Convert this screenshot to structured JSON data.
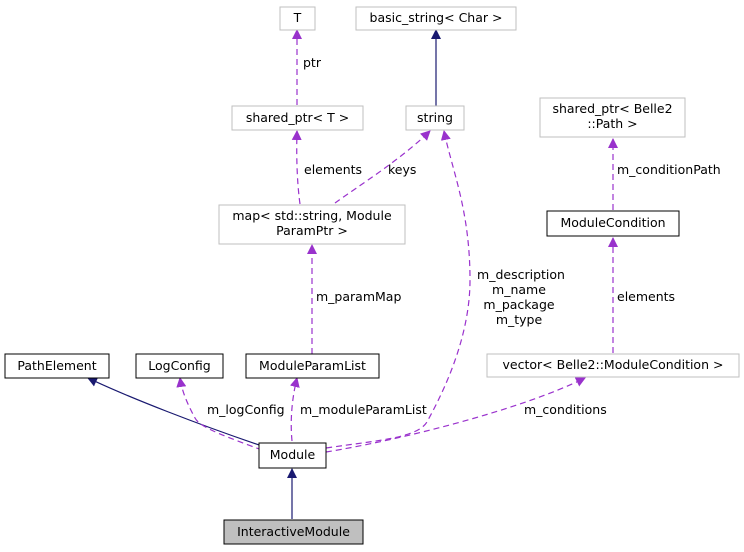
{
  "colors": {
    "inherit_edge": "#191970",
    "usage_edge": "#9a32cd",
    "usage_arrow": "#9932cc",
    "external_border": "#bfbfbf",
    "class_border": "#000000",
    "focus_fill": "#bfbfbf",
    "background": "#ffffff"
  },
  "nodes": {
    "t": {
      "lines": [
        "T"
      ],
      "style": "external"
    },
    "basic_string": {
      "lines": [
        "basic_string< Char >"
      ],
      "style": "external"
    },
    "shared_ptr_t": {
      "lines": [
        "shared_ptr< T >"
      ],
      "style": "external"
    },
    "string": {
      "lines": [
        "string"
      ],
      "style": "external"
    },
    "shared_ptr_path": {
      "lines": [
        "shared_ptr< Belle2",
        "::Path >"
      ],
      "style": "external"
    },
    "map": {
      "lines": [
        "map< std::string, Module",
        "ParamPtr >"
      ],
      "style": "external"
    },
    "module_condition": {
      "lines": [
        "ModuleCondition"
      ],
      "style": "class"
    },
    "vector_conditions": {
      "lines": [
        "vector< Belle2::ModuleCondition >"
      ],
      "style": "external"
    },
    "path_element": {
      "lines": [
        "PathElement"
      ],
      "style": "class"
    },
    "log_config": {
      "lines": [
        "LogConfig"
      ],
      "style": "class"
    },
    "module_param_list": {
      "lines": [
        "ModuleParamList"
      ],
      "style": "class"
    },
    "module": {
      "lines": [
        "Module"
      ],
      "style": "class"
    },
    "interactive_module": {
      "lines": [
        "InteractiveModule"
      ],
      "style": "focus"
    }
  },
  "edges": [
    {
      "id": "shared_ptr_t-to-t",
      "kind": "usage",
      "from": "shared_ptr_t",
      "to": "t",
      "labels": [
        "ptr"
      ]
    },
    {
      "id": "string-to-basic_string",
      "kind": "inherit",
      "from": "string",
      "to": "basic_string",
      "labels": []
    },
    {
      "id": "map-to-shared_ptr_t",
      "kind": "usage",
      "from": "map",
      "to": "shared_ptr_t",
      "labels": [
        "elements"
      ]
    },
    {
      "id": "map-to-string",
      "kind": "usage",
      "from": "map",
      "to": "string",
      "labels": [
        "keys"
      ]
    },
    {
      "id": "module_condition-to-shared_ptr_path",
      "kind": "usage",
      "from": "module_condition",
      "to": "shared_ptr_path",
      "labels": [
        "m_conditionPath"
      ]
    },
    {
      "id": "module_param_list-to-map",
      "kind": "usage",
      "from": "module_param_list",
      "to": "map",
      "labels": [
        "m_paramMap"
      ]
    },
    {
      "id": "vector_conditions-to-module_condition",
      "kind": "usage",
      "from": "vector_conditions",
      "to": "module_condition",
      "labels": [
        "elements"
      ]
    },
    {
      "id": "module-to-string",
      "kind": "usage",
      "from": "module",
      "to": "string",
      "labels": [
        "m_description",
        "m_name",
        "m_package",
        "m_type"
      ]
    },
    {
      "id": "module-to-path_element",
      "kind": "inherit",
      "from": "module",
      "to": "path_element",
      "labels": []
    },
    {
      "id": "module-to-log_config",
      "kind": "usage",
      "from": "module",
      "to": "log_config",
      "labels": [
        "m_logConfig"
      ]
    },
    {
      "id": "module-to-module_param_list",
      "kind": "usage",
      "from": "module",
      "to": "module_param_list",
      "labels": [
        "m_moduleParamList"
      ]
    },
    {
      "id": "module-to-vector_conditions",
      "kind": "usage",
      "from": "module",
      "to": "vector_conditions",
      "labels": [
        "m_conditions"
      ]
    },
    {
      "id": "interactive_module-to-module",
      "kind": "inherit",
      "from": "interactive_module",
      "to": "module",
      "labels": []
    }
  ]
}
